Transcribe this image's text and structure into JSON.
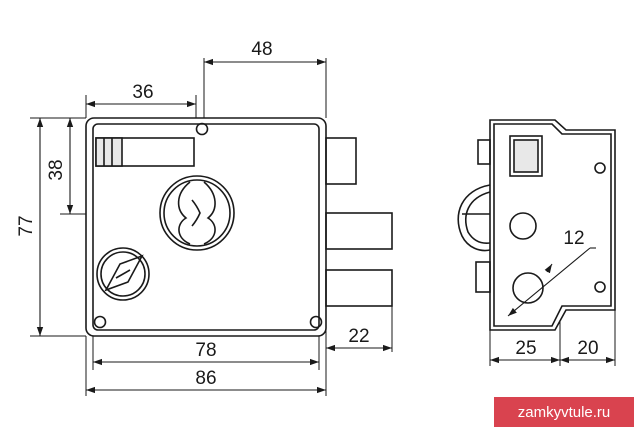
{
  "dimensions": {
    "d48": "48",
    "d36": "36",
    "d38": "38",
    "d77": "77",
    "d78": "78",
    "d86": "86",
    "d22": "22",
    "d12": "12",
    "d25": "25",
    "d20": "20"
  },
  "watermark": "zamkyvtule.ru",
  "colors": {
    "line": "#1a1a1a",
    "watermark_bg": "#d9434f",
    "watermark_text": "#ffffff"
  }
}
